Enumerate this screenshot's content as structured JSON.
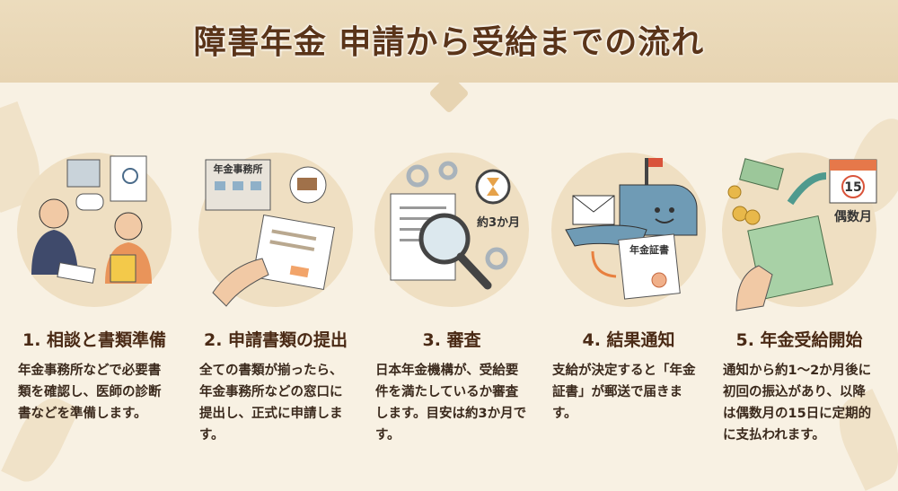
{
  "title": "障害年金 申請から受給までの流れ",
  "colors": {
    "banner": "#e7d4b2",
    "background": "#f8f1e3",
    "circle": "#efdfc2",
    "text": "#4a2a15"
  },
  "steps": [
    {
      "heading": "1. 相談と書類準備",
      "body": "年金事務所などで必要書類を確認し、医師の診断書などを準備します。",
      "icon": "consultation-illustration"
    },
    {
      "heading": "2. 申請書類の提出",
      "body": "全ての書類が揃ったら、年金事務所などの窓口に提出し、正式に申請します。",
      "icon": "submission-illustration",
      "sign": "年金事務所"
    },
    {
      "heading": "3. 審査",
      "body": "日本年金機構が、受給要件を満たしているか審査します。目安は約3か月です。",
      "icon": "review-illustration",
      "duration": "約3か月"
    },
    {
      "heading": "4. 結果通知",
      "body": "支給が決定すると「年金証書」が郵送で届きます。",
      "icon": "mailbox-illustration",
      "certificate": "年金証書"
    },
    {
      "heading": "5. 年金受給開始",
      "body": "通知から約1〜2か月後に初回の振込があり、以降は偶数月の15日に定期的に支払われます。",
      "icon": "payment-illustration",
      "calendar_day": "15",
      "calendar_label": "偶数月"
    }
  ]
}
